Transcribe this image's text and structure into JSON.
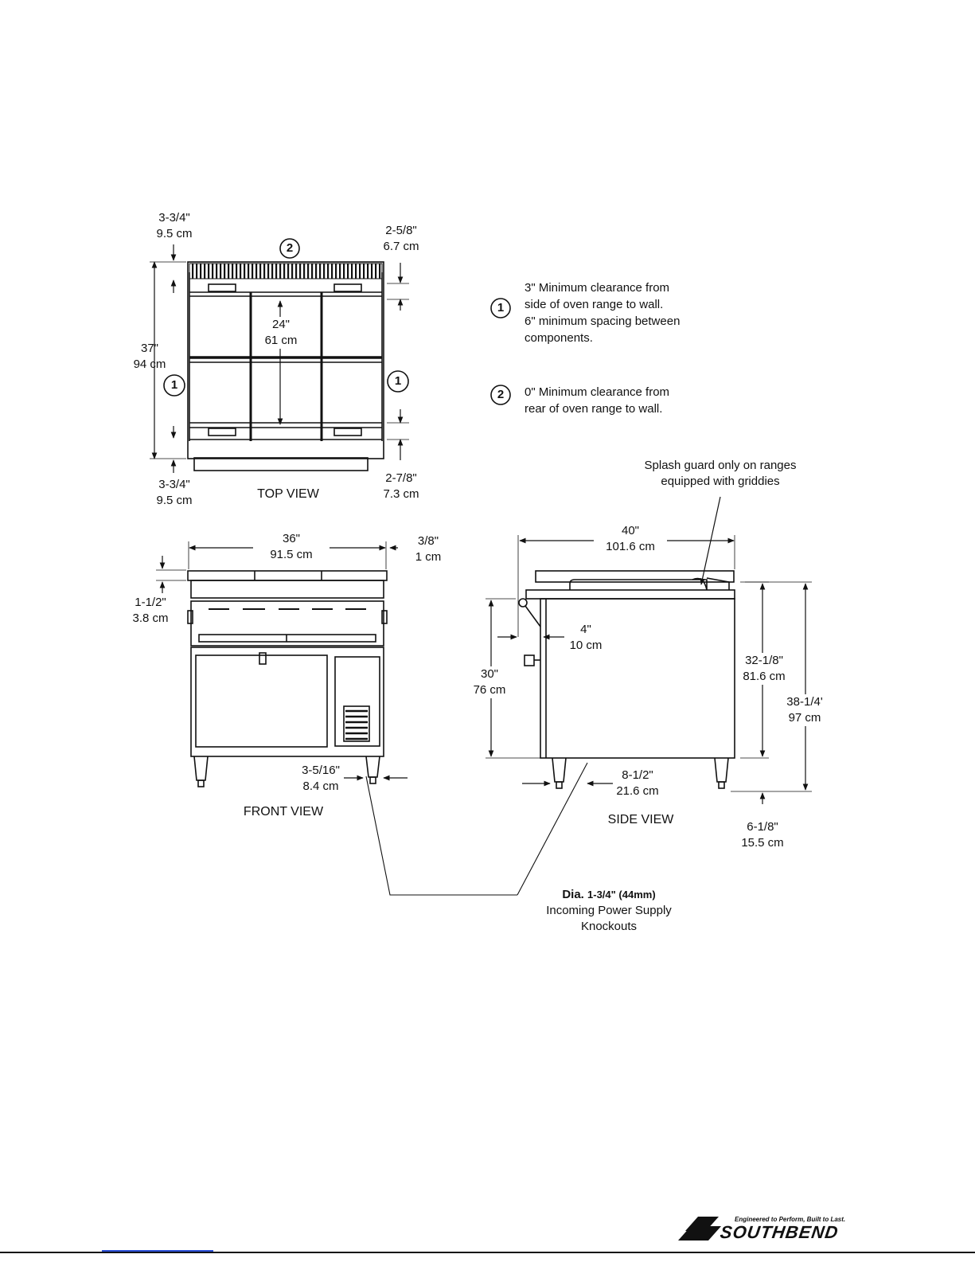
{
  "top_view": {
    "title": "TOP VIEW",
    "dims": {
      "top_left_in": "3-3/4\"",
      "top_left_cm": "9.5 cm",
      "top_right_in": "2-5/8\"",
      "top_right_cm": "6.7 cm",
      "depth_in": "37\"",
      "depth_cm": "94 cm",
      "inner_in": "24\"",
      "inner_cm": "61 cm",
      "bottom_left_in": "3-3/4\"",
      "bottom_left_cm": "9.5 cm",
      "bottom_right_in": "2-7/8\"",
      "bottom_right_cm": "7.3 cm"
    },
    "markers": [
      "1",
      "1",
      "2"
    ]
  },
  "notes": [
    {
      "num": "1",
      "lines": [
        "3\" Minimum clearance from",
        "side of oven range to wall.",
        "6\" minimum spacing between",
        "components."
      ]
    },
    {
      "num": "2",
      "lines": [
        "0\" Minimum clearance from",
        "rear of oven range to wall."
      ]
    }
  ],
  "splash_note": [
    "Splash guard only on ranges",
    "equipped with griddies"
  ],
  "front_view": {
    "title": "FRONT VIEW",
    "dims": {
      "width_in": "36\"",
      "width_cm": "91.5 cm",
      "side_in": "3/8\"",
      "side_cm": "1 cm",
      "top_in": "1-1/2\"",
      "top_cm": "3.8 cm",
      "leg_in": "3-5/16\"",
      "leg_cm": "8.4 cm"
    }
  },
  "side_view": {
    "title": "SIDE VIEW",
    "dims": {
      "depth_in": "40\"",
      "depth_cm": "101.6 cm",
      "back_in": "4\"",
      "back_cm": "10 cm",
      "height_in": "30\"",
      "height_cm": "76 cm",
      "body_in": "32-1/8\"",
      "body_cm": "81.6 cm",
      "total_in": "38-1/4'",
      "total_cm": "97 cm",
      "leg_in": "8-1/2\"",
      "leg_cm": "21.6 cm",
      "foot_in": "6-1/8\"",
      "foot_cm": "15.5 cm"
    }
  },
  "knockouts": {
    "dia_bold": "Dia.",
    "dia_rest": "1-3/4\" (44mm)",
    "line2": "Incoming Power Supply",
    "line3": "Knockouts"
  },
  "logo": {
    "brand": "SOUTHBEND",
    "tagline": "Engineered to Perform, Built to Last."
  }
}
